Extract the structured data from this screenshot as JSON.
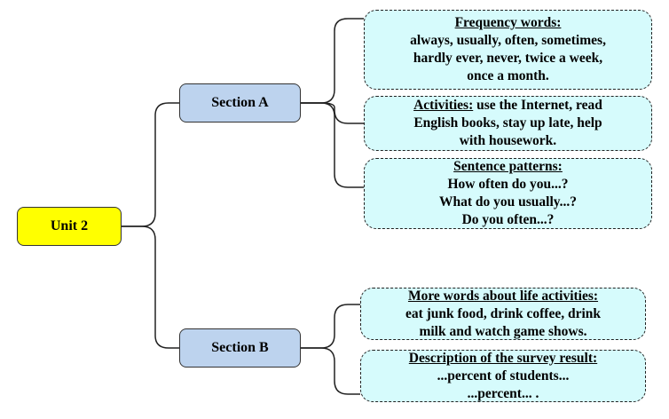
{
  "root": {
    "label": "Unit 2"
  },
  "section_a": {
    "label": "Section A",
    "frequency": {
      "heading": "Frequency words:",
      "lines": [
        "always, usually, often, sometimes,",
        "hardly ever, never, twice a week,",
        "once a month."
      ]
    },
    "activities": {
      "heading": "Activities:",
      "first_line_rest": " use the Internet, read",
      "lines": [
        "English books, stay up late, help",
        "with housework."
      ]
    },
    "sentence_patterns": {
      "heading": "Sentence patterns:",
      "lines": [
        "How often do you...?",
        "What do you usually...?",
        "Do you often...?"
      ]
    }
  },
  "section_b": {
    "label": "Section B",
    "more_words": {
      "heading": "More words about life activities:",
      "lines": [
        "eat junk food, drink coffee, drink",
        "milk and watch game shows."
      ]
    },
    "survey": {
      "heading": "Description of the survey result:",
      "lines": [
        "...percent of students...",
        "...percent... ."
      ]
    }
  }
}
